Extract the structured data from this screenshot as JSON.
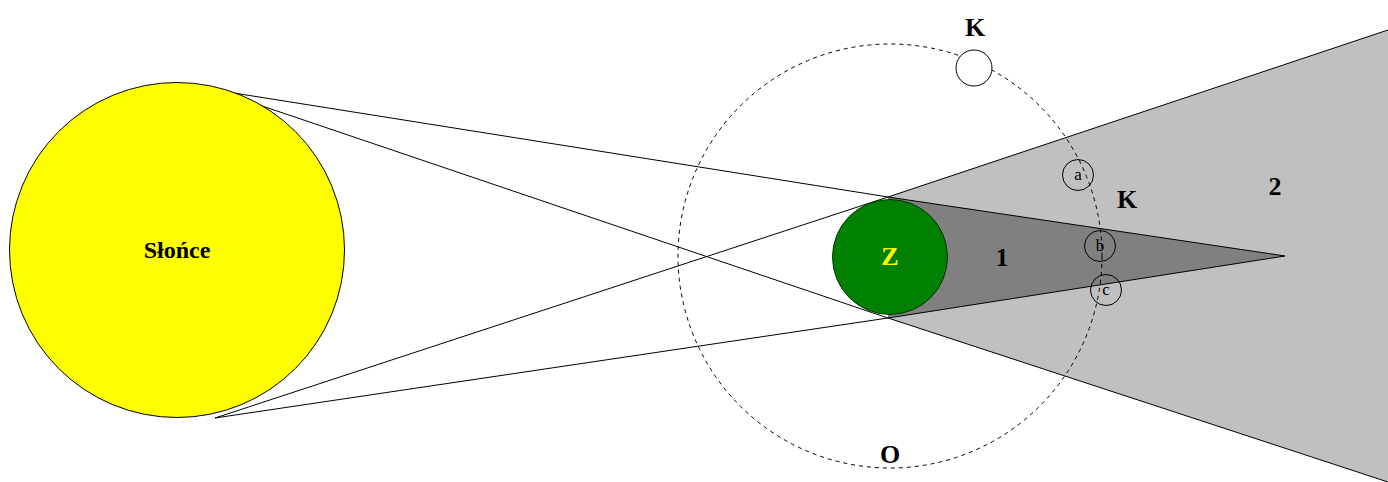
{
  "diagram": {
    "nodes": [
      {
        "text": [
          "Słońce"
        ]
      },
      {
        "text": [
          "Z"
        ]
      },
      {
        "text": [
          "a"
        ]
      },
      {
        "text": [
          "b"
        ]
      },
      {
        "text": [
          "c"
        ]
      }
    ],
    "labels": [
      "K",
      "K",
      "1",
      "2",
      "O"
    ]
  }
}
